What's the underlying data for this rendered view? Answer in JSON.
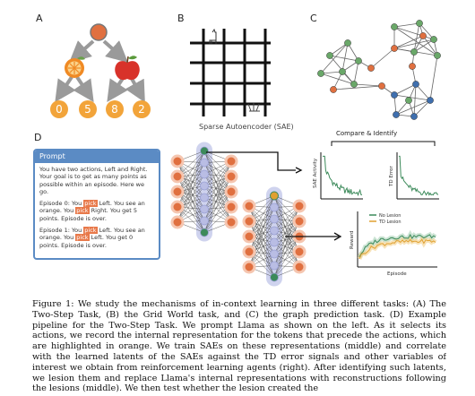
{
  "panels": {
    "a_label": "A",
    "b_label": "B",
    "c_label": "C",
    "d_label": "D"
  },
  "panel_a": {
    "values": [
      "0",
      "5",
      "8",
      "2"
    ],
    "icons": [
      "orange-fruit-icon",
      "apple-fruit-icon"
    ],
    "colors": {
      "root": "#e07040",
      "arrow": "#9a9a9a",
      "leaf": "#f2a43a"
    }
  },
  "panel_b": {
    "caption": "Sparse Autoencoder (SAE)",
    "icons": [
      "llama-icon",
      "grass-icon"
    ]
  },
  "panel_c": {
    "node_colors": [
      "#e07040",
      "#6aa869",
      "#3f6fae"
    ]
  },
  "compare": {
    "label": "Compare & Identify",
    "sae_activity_ylabel": "SAE Activity",
    "td_error_ylabel": "TD Error",
    "reward_ylabel": "Reward",
    "episode_xlabel": "Episode",
    "legend": [
      "No Lesion",
      "TD Lesion"
    ],
    "colors": {
      "green": "#3c8a5a",
      "orange": "#e0a030"
    }
  },
  "prompt": {
    "title": "Prompt",
    "paragraph1": "You have two actions, Left and Right. Your goal is to get as many points as possible within an episode. Here we go.",
    "ep1_pre": "Episode 0: You ",
    "ep1_hl1": "pick",
    "ep1_mid": " Left. You see an orange. You ",
    "ep1_hl2": "pick",
    "ep1_post": " Right. You get 5 points. Episode is over.",
    "ep2_pre": "Episode 1: You ",
    "ep2_hl1": "pick",
    "ep2_mid": " Left. You see an orange. You ",
    "ep2_hl2": "pick",
    "ep2_post": " Left. You get 0 points. Episode is over."
  },
  "caption": "Figure 1: We study the mechanisms of in-context learning in three different tasks: (A) The Two-Step Task, (B) the Grid World task, and (C) the graph prediction task. (D) Example pipeline for the Two-Step Task. We prompt Llama as shown on the left. As it selects its actions, we record the internal representation for the tokens that precede the actions, which are highlighted in orange. We train SAEs on these representations (middle) and correlate with the learned latents of the SAEs against the TD error signals and other variables of interest we obtain from reinforcement learning agents (right). After identifying such latents, we lesion them and replace Llama's internal representations with reconstructions following the lesions (middle). We then test whether the lesion created the"
}
